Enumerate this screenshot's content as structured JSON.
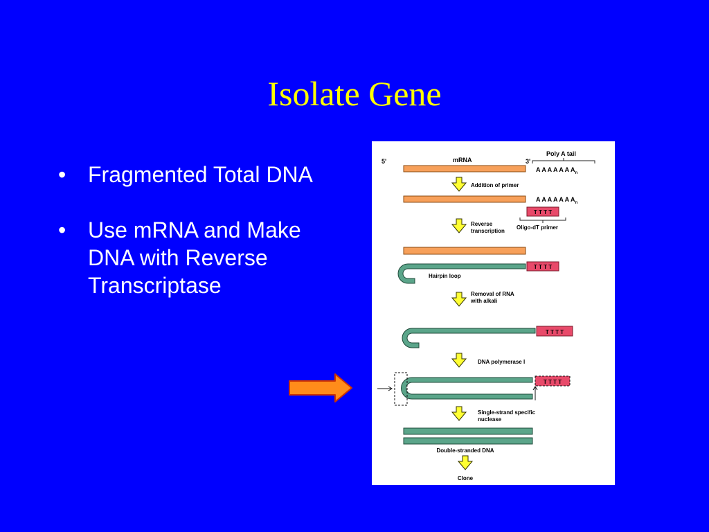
{
  "slide": {
    "title": "Isolate Gene",
    "bullets": [
      "Fragmented Total DNA",
      "Use mRNA and Make DNA with Reverse Transcriptase"
    ]
  },
  "diagram": {
    "five_prime": "5'",
    "three_prime": "3'",
    "mrna_label": "mRNA",
    "poly_a_label": "Poly A tail",
    "poly_a_seq": "A A A A A A A",
    "poly_a_subscript": "n",
    "oligo_t_seq": "T T T T",
    "oligo_label": "Oligo-dT primer",
    "hairpin_label": "Hairpin loop",
    "steps": {
      "addition_of_primer": "Addition of primer",
      "reverse_line1": "Reverse",
      "reverse_line2": "transcription",
      "removal_line1": "Removal of RNA",
      "removal_line2": "with alkali",
      "dna_polymerase": "DNA polymerase I",
      "nuclease_line1": "Single-strand specific",
      "nuclease_line2": "nuclease",
      "double_stranded": "Double-stranded DNA",
      "clone": "Clone"
    },
    "colors": {
      "mrna": "#f7a05a",
      "dna": "#5ba58a",
      "primer": "#e84a6a",
      "step_arrow": "#ffff33",
      "pointer_arrow": "#ff8c1a"
    }
  }
}
